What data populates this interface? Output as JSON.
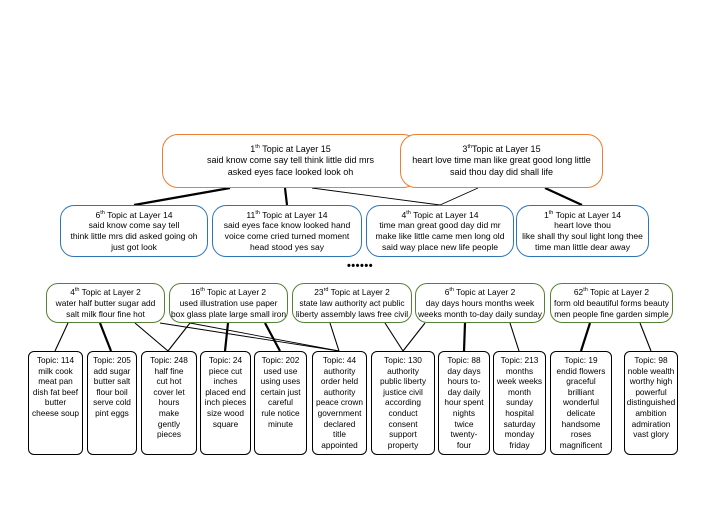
{
  "layer15": [
    {
      "rank": "1",
      "sup": "th",
      "label": " Topic at Layer 15",
      "lines": [
        "said know come say tell think little did mrs",
        "asked eyes face looked look oh"
      ]
    },
    {
      "rank": "3",
      "sup": "th",
      "label": "Topic at Layer 15",
      "lines": [
        "heart love time man like great good long little",
        "said thou day did shall life"
      ]
    }
  ],
  "layer14": [
    {
      "rank": "6",
      "sup": "th",
      "label": " Topic at Layer 14",
      "lines": [
        "said know come say tell",
        "think little mrs did asked going oh",
        "just got look"
      ]
    },
    {
      "rank": "11",
      "sup": "th",
      "label": " Topic at Layer 14",
      "lines": [
        "said eyes face know looked hand",
        "voice come cried turned moment",
        "head stood yes say"
      ]
    },
    {
      "rank": "4",
      "sup": "th",
      "label": " Topic at Layer 14",
      "lines": [
        "time man great good day did mr",
        "make like little came men long old",
        "said way place new life people"
      ]
    },
    {
      "rank": "1",
      "sup": "th",
      "label": " Topic at Layer 14",
      "lines": [
        "heart love thou",
        "like shall thy soul light long thee",
        "time man little dear away"
      ]
    }
  ],
  "ellipsis": "••••••",
  "layer2": [
    {
      "rank": "4",
      "sup": "th",
      "label": " Topic at Layer 2",
      "lines": [
        "water half butter sugar add",
        "salt milk flour fine hot"
      ]
    },
    {
      "rank": "16",
      "sup": "th",
      "label": " Topic at Layer 2",
      "lines": [
        "used illustration use paper",
        "box glass plate large small iron"
      ]
    },
    {
      "rank": "23",
      "sup": "rd",
      "label": " Topic at Layer 2",
      "lines": [
        "state law authority act public",
        "liberty assembly laws free civil"
      ]
    },
    {
      "rank": "6",
      "sup": "th",
      "label": " Topic at Layer 2",
      "lines": [
        "day days hours months week",
        "weeks month to-day daily sunday"
      ]
    },
    {
      "rank": "62",
      "sup": "th",
      "label": " Topic at Layer 2",
      "lines": [
        "form old beautiful forms beauty",
        "men people fine garden simple"
      ]
    }
  ],
  "layer1": [
    {
      "lines": [
        "Topic: 114",
        "milk cook",
        "meat pan",
        "dish fat beef",
        "butter",
        "cheese soup"
      ]
    },
    {
      "lines": [
        "Topic: 205",
        "add sugar",
        "butter salt",
        "flour boil",
        "serve cold",
        "pint eggs"
      ]
    },
    {
      "lines": [
        "Topic: 248",
        "half fine",
        "cut hot",
        "cover let",
        "hours",
        "make",
        "gently",
        "pieces"
      ]
    },
    {
      "lines": [
        "Topic: 24",
        "piece cut",
        "inches",
        "placed end",
        "inch pieces",
        "size wood",
        "square"
      ]
    },
    {
      "lines": [
        "Topic: 202",
        "used use",
        "using uses",
        "certain just",
        "careful",
        "rule notice",
        "minute"
      ]
    },
    {
      "lines": [
        "Topic: 44",
        "authority",
        "order held",
        "authority",
        "peace crown",
        "government",
        "declared",
        "title",
        "appointed"
      ]
    },
    {
      "lines": [
        "Topic: 130",
        "authority",
        "public liberty",
        "justice civil",
        "according",
        "conduct",
        "consent",
        "support",
        "property"
      ]
    },
    {
      "lines": [
        "Topic: 88",
        "day days",
        "hours to-",
        "day daily",
        "hour spent",
        "nights",
        "twice",
        "twenty-",
        "four"
      ]
    },
    {
      "lines": [
        "Topic: 213",
        "months",
        "week weeks",
        "month",
        "sunday",
        "hospital",
        "saturday",
        "monday",
        "friday"
      ]
    },
    {
      "lines": [
        "Topic: 19",
        "endid flowers",
        "graceful",
        "brilliant",
        "wonderful",
        "delicate",
        "handsome",
        "roses",
        "magnificent"
      ]
    },
    {
      "lines": [
        "Topic: 98",
        "noble wealth",
        "worthy high",
        "powerful",
        "distinguished",
        "ambition",
        "admiration",
        "vast glory"
      ]
    }
  ]
}
